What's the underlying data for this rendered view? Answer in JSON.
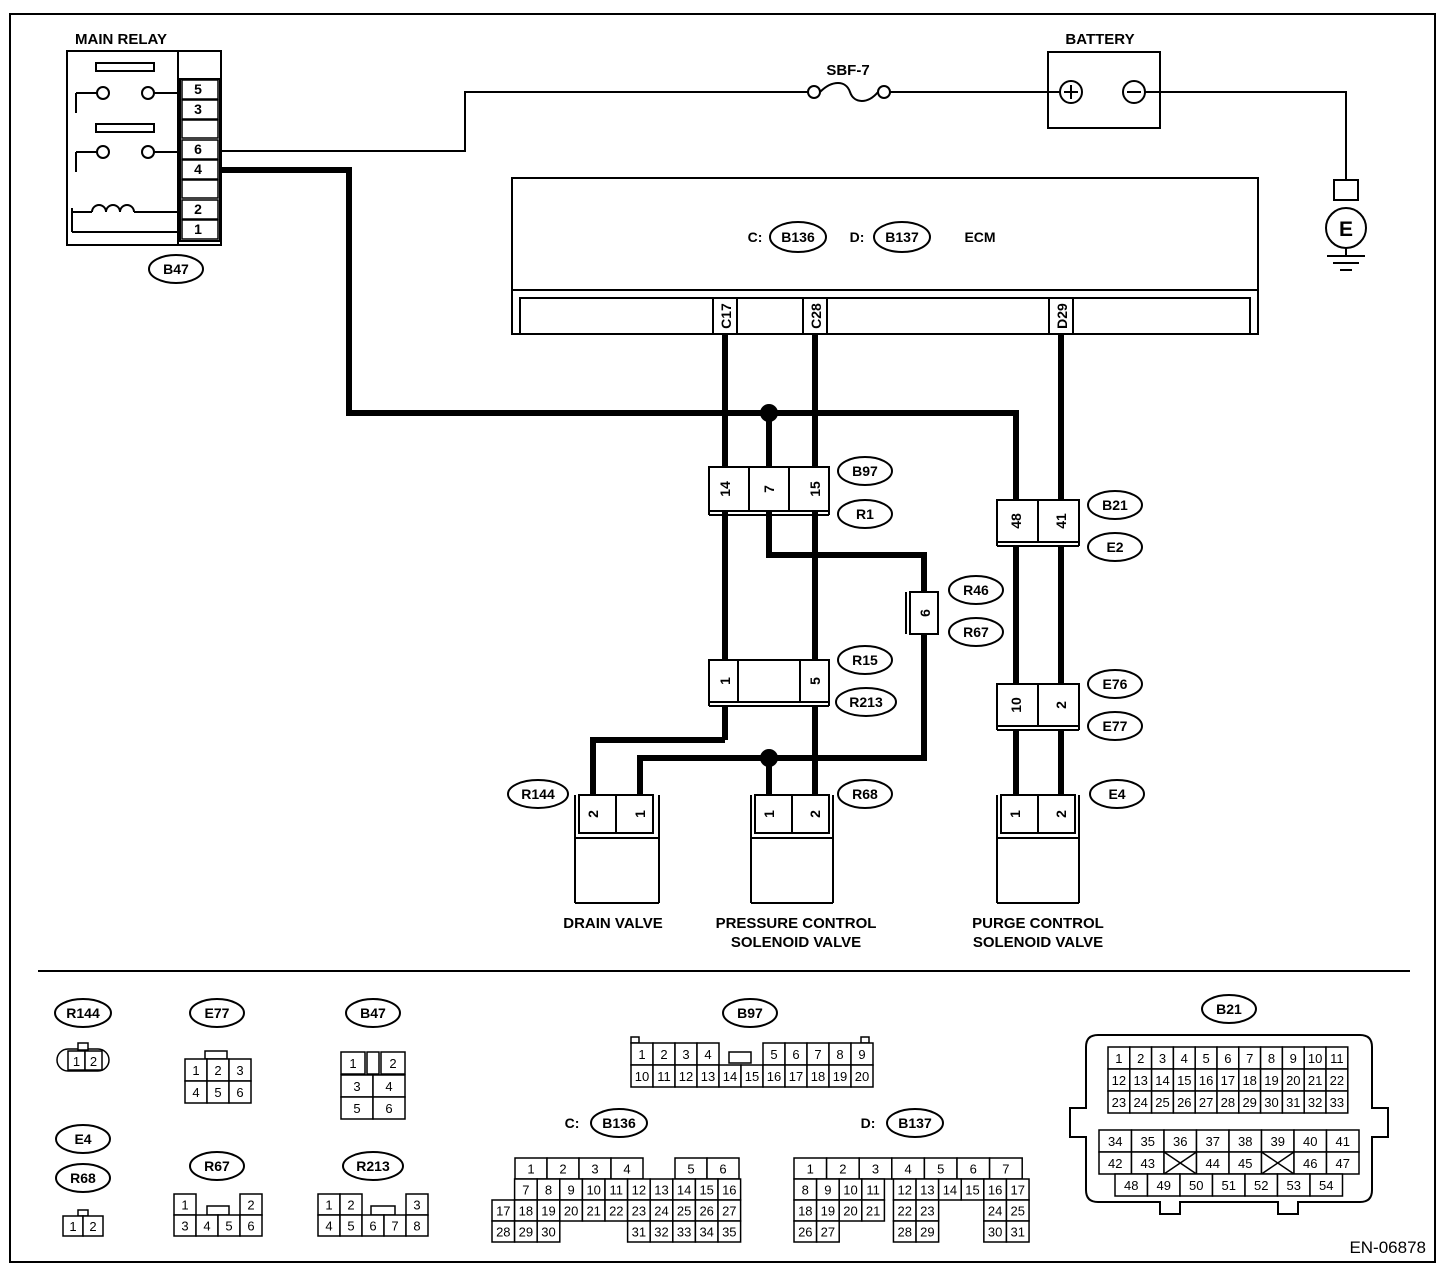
{
  "diagram": {
    "main_relay": {
      "title": "MAIN RELAY",
      "pins": [
        "5",
        "3",
        "6",
        "4",
        "2",
        "1"
      ],
      "connector": "B47"
    },
    "fuse": "SBF-7",
    "battery": {
      "title": "BATTERY"
    },
    "ground": "E",
    "ecm": {
      "title": "ECM",
      "c_prefix": "C:",
      "c_connector": "B136",
      "d_prefix": "D:",
      "d_connector": "B137",
      "pins": [
        "C17",
        "C28",
        "D29"
      ]
    },
    "connectors": {
      "b97_r1": {
        "top": "B97",
        "bottom": "R1",
        "pins": [
          "14",
          "7",
          "15"
        ]
      },
      "b21_e2": {
        "top": "B21",
        "bottom": "E2",
        "pins": [
          "48",
          "41"
        ]
      },
      "r46_r67": {
        "top": "R46",
        "bottom": "R67",
        "pin": "6"
      },
      "r15_r213": {
        "top": "R15",
        "bottom": "R213",
        "pins": [
          "1",
          "5"
        ]
      },
      "e76_e77": {
        "top": "E76",
        "bottom": "E77",
        "pins": [
          "10",
          "2"
        ]
      }
    },
    "components": {
      "drain_valve": {
        "connector": "R144",
        "pins": [
          "2",
          "1"
        ],
        "label": "DRAIN VALVE"
      },
      "pressure_control": {
        "connector": "R68",
        "pins": [
          "1",
          "2"
        ],
        "label_line1": "PRESSURE CONTROL",
        "label_line2": "SOLENOID VALVE"
      },
      "purge_control": {
        "connector": "E4",
        "pins": [
          "1",
          "2"
        ],
        "label_line1": "PURGE CONTROL",
        "label_line2": "SOLENOID VALVE"
      }
    }
  },
  "connector_views": {
    "r144": {
      "label": "R144",
      "pins": [
        "1",
        "2"
      ]
    },
    "e77": {
      "label": "E77",
      "pins": [
        "1",
        "2",
        "3",
        "4",
        "5",
        "6"
      ]
    },
    "b47": {
      "label": "B47",
      "pins": [
        "1",
        "2",
        "3",
        "4",
        "5",
        "6"
      ]
    },
    "b97": {
      "label": "B97",
      "row1": [
        "1",
        "2",
        "3",
        "4",
        "5",
        "6",
        "7",
        "8",
        "9"
      ],
      "row2": [
        "10",
        "11",
        "12",
        "13",
        "14",
        "15",
        "16",
        "17",
        "18",
        "19",
        "20"
      ]
    },
    "b21": {
      "label": "B21",
      "rows": [
        [
          "1",
          "2",
          "3",
          "4",
          "5",
          "6",
          "7",
          "8",
          "9",
          "10",
          "11"
        ],
        [
          "12",
          "13",
          "14",
          "15",
          "16",
          "17",
          "18",
          "19",
          "20",
          "21",
          "22"
        ],
        [
          "23",
          "24",
          "25",
          "26",
          "27",
          "28",
          "29",
          "30",
          "31",
          "32",
          "33"
        ],
        [
          "34",
          "35",
          "36",
          "37",
          "38",
          "39",
          "40",
          "41"
        ],
        [
          "42",
          "43",
          "",
          "44",
          "45",
          "",
          "46",
          "47"
        ],
        [
          "48",
          "49",
          "50",
          "51",
          "52",
          "53",
          "54"
        ]
      ]
    },
    "e4_r68": {
      "label1": "E4",
      "label2": "R68",
      "pins": [
        "1",
        "2"
      ]
    },
    "r67": {
      "label": "R67",
      "pins": [
        "1",
        "2",
        "3",
        "4",
        "5",
        "6"
      ]
    },
    "r213": {
      "label": "R213",
      "pins": [
        "1",
        "2",
        "3",
        "4",
        "5",
        "6",
        "7",
        "8"
      ]
    },
    "b136": {
      "prefix": "C:",
      "label": "B136",
      "rows": [
        [
          "1",
          "2",
          "3",
          "4",
          "",
          "5",
          "6"
        ],
        [
          "7",
          "8",
          "9",
          "10",
          "11",
          "12",
          "13",
          "14",
          "15",
          "16"
        ],
        [
          "17",
          "18",
          "19",
          "20",
          "21",
          "22",
          "23",
          "24",
          "25",
          "26",
          "27"
        ],
        [
          "28",
          "29",
          "30",
          "31",
          "32",
          "33",
          "34",
          "35"
        ]
      ]
    },
    "b137": {
      "prefix": "D:",
      "label": "B137",
      "rows": [
        [
          "1",
          "2",
          "3",
          "4",
          "5",
          "6",
          "7"
        ],
        [
          "8",
          "9",
          "10",
          "11",
          "12",
          "13",
          "14",
          "15",
          "16",
          "17"
        ],
        [
          "18",
          "19",
          "20",
          "21",
          "22",
          "23",
          "24",
          "25"
        ],
        [
          "26",
          "27",
          "28",
          "29",
          "30",
          "31"
        ]
      ]
    }
  },
  "figure_id": "EN-06878"
}
